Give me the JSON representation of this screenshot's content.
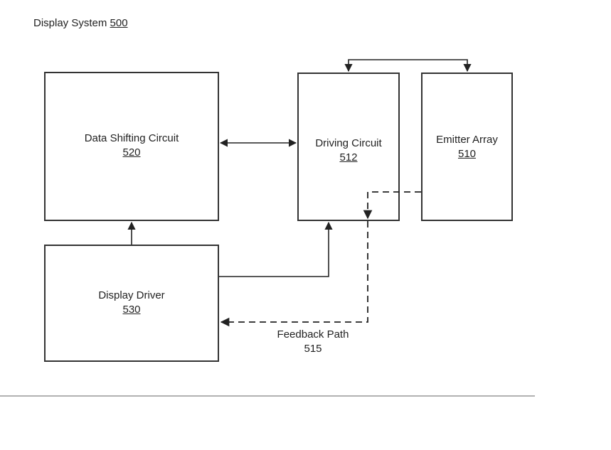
{
  "title": {
    "text": "Display System",
    "ref": "500"
  },
  "blocks": {
    "data_shifting": {
      "name": "Data Shifting Circuit",
      "ref": "520"
    },
    "driving": {
      "name": "Driving Circuit",
      "ref": "512"
    },
    "emitter": {
      "name": "Emitter Array",
      "ref": "510"
    },
    "display_driver": {
      "name": "Display Driver",
      "ref": "530"
    }
  },
  "feedback": {
    "name": "Feedback Path",
    "ref": "515"
  },
  "connections": [
    {
      "from": "data_shifting",
      "to": "driving",
      "style": "solid",
      "direction": "bidirectional"
    },
    {
      "from": "display_driver",
      "to": "data_shifting",
      "style": "solid",
      "direction": "forward"
    },
    {
      "from": "display_driver",
      "to": "driving",
      "style": "solid",
      "direction": "forward"
    },
    {
      "from": "driving",
      "to": "emitter",
      "style": "solid",
      "direction": "bidirectional"
    },
    {
      "from": "emitter",
      "to": "display_driver",
      "style": "dashed",
      "direction": "forward",
      "label": "feedback"
    }
  ]
}
